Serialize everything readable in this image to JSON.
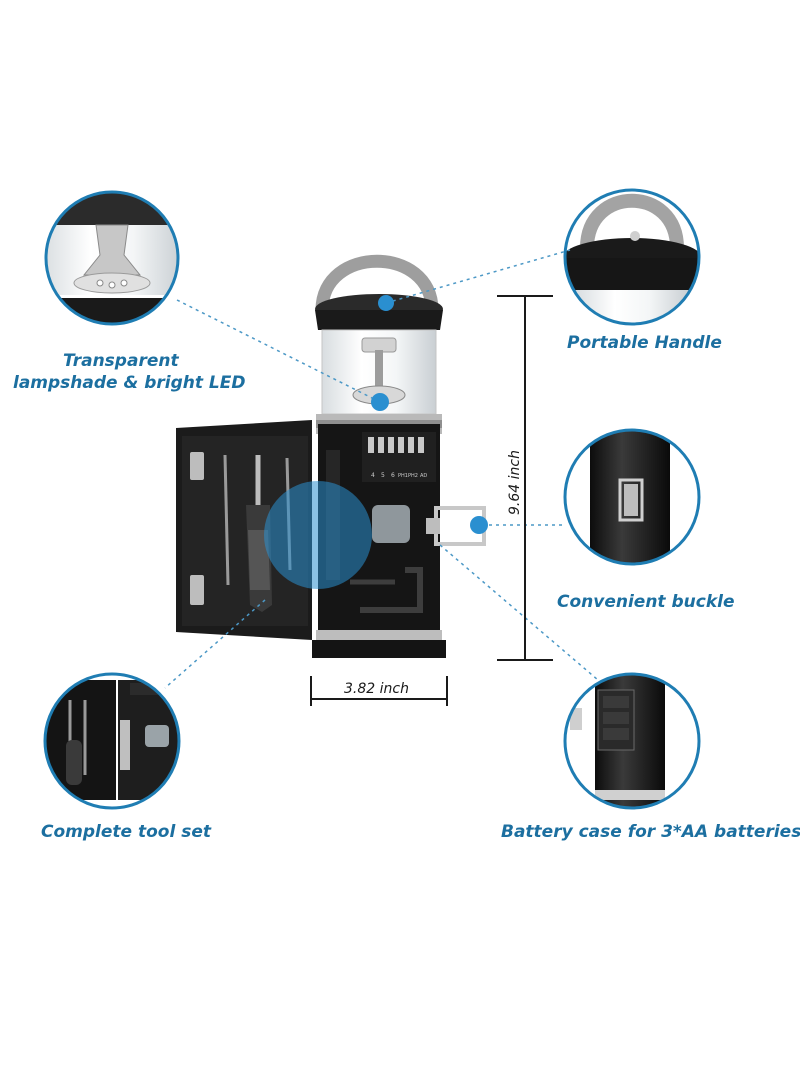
{
  "callouts": {
    "lampshade_line1": "Transparent",
    "lampshade_line2": "lampshade & bright LED",
    "handle": "Portable Handle",
    "buckle": "Convenient buckle",
    "toolset": "Complete tool set",
    "battery": "Battery case for 3*AA batteries"
  },
  "dimensions": {
    "height": "9.64 inch",
    "width": "3.82 inch"
  },
  "bit_labels": [
    "4",
    "5",
    "6",
    "PH1",
    "PH2",
    "AD"
  ],
  "colors": {
    "accent": "#1c6fa0",
    "circle_border": "#1f7db3",
    "dot": "#2a8fd0",
    "body_black": "#1b1b1b",
    "handle_gray": "#9a9a9a"
  }
}
